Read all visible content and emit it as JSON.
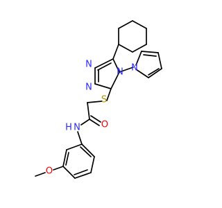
{
  "molecule": {
    "atoms": {
      "n_triazole_1": "N",
      "n_triazole_2": "N",
      "n_triazole_4": "N",
      "n_pyrrole": "N",
      "s_thioether": "S",
      "o_carbonyl": "O",
      "n_amide": "N",
      "h_amide": "H",
      "o_methoxy": "O"
    },
    "colors": {
      "bond": "#000000",
      "nitrogen": "#2a2aff",
      "sulfur": "#b29700",
      "oxygen": "#ff0000",
      "hydrogen": "#2a2aff"
    }
  }
}
